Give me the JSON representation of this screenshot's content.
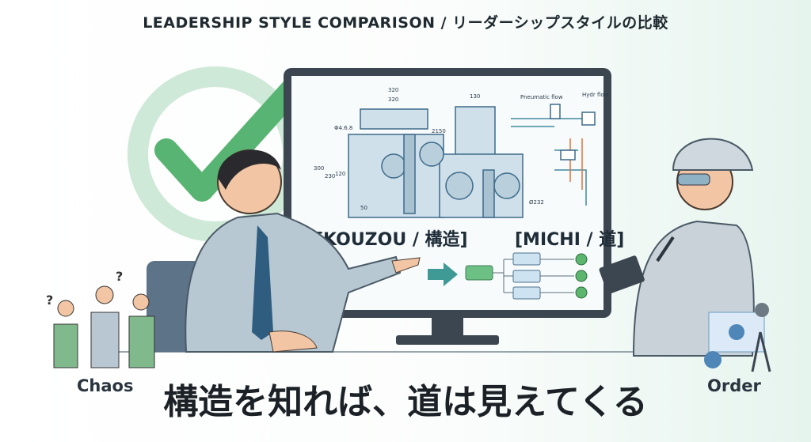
{
  "title": "LEADERSHIP STYLE COMPARISON / リーダーシップスタイルの比較",
  "screen": {
    "left_label": "[KOUZOU / 構造]",
    "right_label": "[MICHI / 道]",
    "drawing_labels": {
      "dim1": "320",
      "dim2": "320",
      "dim3": "130",
      "phi": "Φ4.6.8",
      "d2150": "2150",
      "h300": "300",
      "h230": "230",
      "h120": "120",
      "w50": "50",
      "phi232": "Ø232",
      "pneumatic": "Pneumatic flow",
      "hydr": "Hydr flow"
    }
  },
  "tagline": "構造を知れば、道は見えてくる",
  "left_caption": "Chaos",
  "right_caption": "Order",
  "colors": {
    "accent_green": "#5fb878",
    "screen_blue": "#3d6b8a",
    "frame": "#3c4650"
  }
}
